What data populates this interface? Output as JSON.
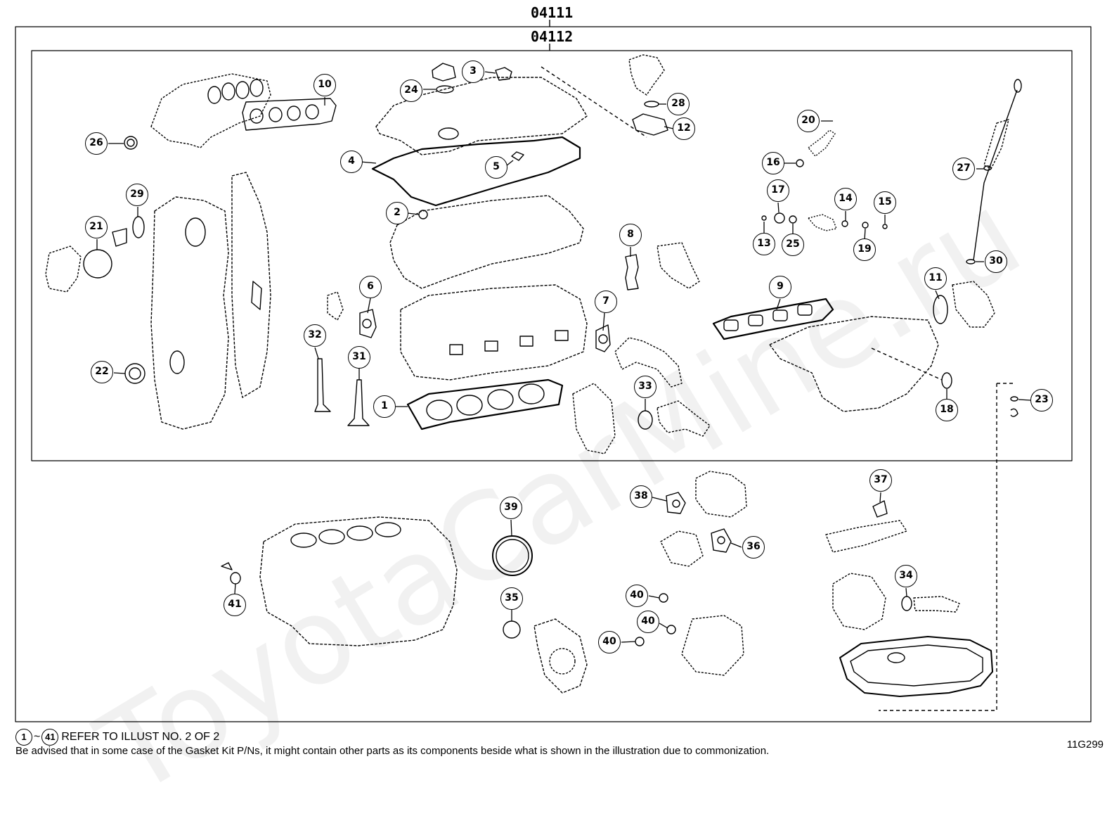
{
  "header": {
    "outer_part_number": "04111",
    "inner_part_number": "04112"
  },
  "watermark": "ToyotaCarMine.ru",
  "callouts": [
    {
      "id": "c1",
      "label": "1"
    },
    {
      "id": "c2",
      "label": "2"
    },
    {
      "id": "c3",
      "label": "3"
    },
    {
      "id": "c4",
      "label": "4"
    },
    {
      "id": "c5",
      "label": "5"
    },
    {
      "id": "c6",
      "label": "6"
    },
    {
      "id": "c7",
      "label": "7"
    },
    {
      "id": "c8",
      "label": "8"
    },
    {
      "id": "c9",
      "label": "9"
    },
    {
      "id": "c10",
      "label": "10"
    },
    {
      "id": "c11",
      "label": "11"
    },
    {
      "id": "c12",
      "label": "12"
    },
    {
      "id": "c13",
      "label": "13"
    },
    {
      "id": "c14",
      "label": "14"
    },
    {
      "id": "c15",
      "label": "15"
    },
    {
      "id": "c16",
      "label": "16"
    },
    {
      "id": "c17",
      "label": "17"
    },
    {
      "id": "c18",
      "label": "18"
    },
    {
      "id": "c19",
      "label": "19"
    },
    {
      "id": "c20",
      "label": "20"
    },
    {
      "id": "c21",
      "label": "21"
    },
    {
      "id": "c22",
      "label": "22"
    },
    {
      "id": "c23",
      "label": "23"
    },
    {
      "id": "c24",
      "label": "24"
    },
    {
      "id": "c25",
      "label": "25"
    },
    {
      "id": "c26",
      "label": "26"
    },
    {
      "id": "c27",
      "label": "27"
    },
    {
      "id": "c28",
      "label": "28"
    },
    {
      "id": "c29",
      "label": "29"
    },
    {
      "id": "c30",
      "label": "30"
    },
    {
      "id": "c31",
      "label": "31"
    },
    {
      "id": "c32",
      "label": "32"
    },
    {
      "id": "c33",
      "label": "33"
    },
    {
      "id": "c34",
      "label": "34"
    },
    {
      "id": "c35",
      "label": "35"
    },
    {
      "id": "c36",
      "label": "36"
    },
    {
      "id": "c37",
      "label": "37"
    },
    {
      "id": "c38",
      "label": "38"
    },
    {
      "id": "c39",
      "label": "39"
    },
    {
      "id": "c40a",
      "label": "40"
    },
    {
      "id": "c40b",
      "label": "40"
    },
    {
      "id": "c40c",
      "label": "40"
    },
    {
      "id": "c41",
      "label": "41"
    }
  ],
  "footer": {
    "range_start": "1",
    "range_sep": "~",
    "range_end": "41",
    "refer_text": "REFER TO ILLUST NO. 2 OF 2",
    "note": "Be advised that in some case of the Gasket Kit P/Ns,  it might contain other parts as its components beside what is shown in the illustration due to commonization.",
    "illustration_id": "11G299"
  }
}
